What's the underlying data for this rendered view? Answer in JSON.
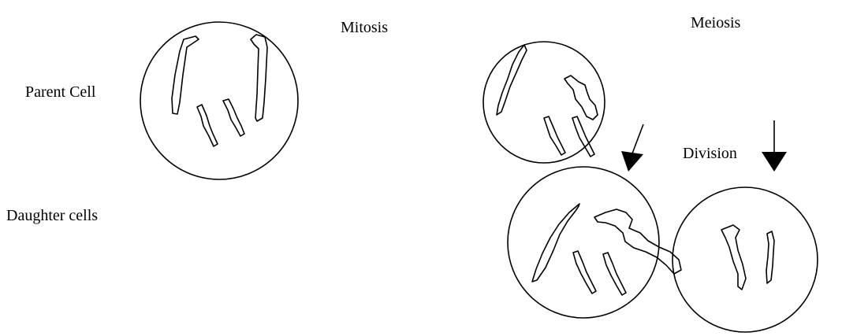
{
  "labels": {
    "mitosis": "Mitosis",
    "meiosis": "Meiosis",
    "parent_cell": "Parent Cell",
    "daughter_cells": "Daughter cells",
    "division": "Division"
  },
  "colors": {
    "stroke": "#000000",
    "background": "#ffffff"
  }
}
